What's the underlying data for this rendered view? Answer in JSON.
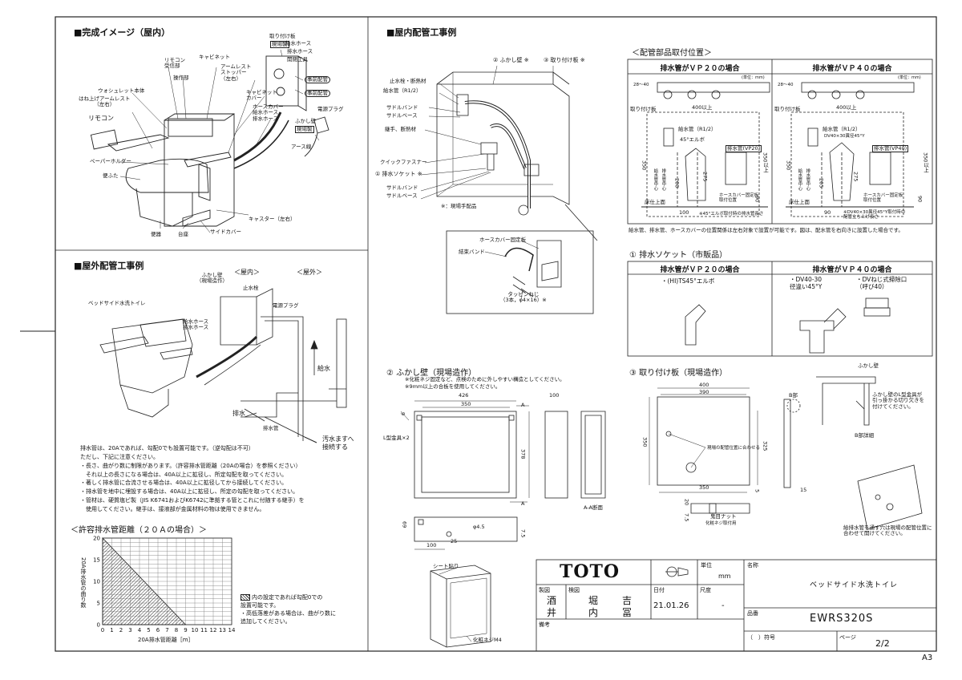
{
  "sections": {
    "completion": "■完成イメージ（屋内）",
    "indoor": "■屋内配管工事例",
    "outdoor": "■屋外配管工事例",
    "fittings": "＜配管部品取付位置＞",
    "socket": "① 排水ソケット（市販品）",
    "wall": "② ふかし壁（現場造作）",
    "plate": "③ 取り付け板（現場造作）",
    "distance": "＜許容排水管距離（２０Ａの場合）＞"
  },
  "completion_labels": {
    "remocon_uke": "リモコン\n受信部",
    "sousabu": "操作部",
    "cabinet": "キャビネット",
    "armrest_stopper": "アームレスト\nストッパー\n（左右）",
    "cabinet_cover": "キャビネット\nカバー",
    "washlet": "ウォシュレット本体",
    "hane_armrest": "はね上げアームレスト\n（左右）",
    "remocon": "リモコン",
    "paper_holder": "ペーパーホルダー",
    "benfuta": "便ふた",
    "benki": "便器",
    "daiza": "台座",
    "side_cover": "サイドカバー",
    "caster": "キャスター（左右）",
    "hose_cover": "ホースカバー\n給水ホース\n排水ホース",
    "toritsuke_ita": "取り付け板",
    "site_tag": "現場製",
    "kyusui_hose": "給水ホース",
    "haisui_hose": "排水ホース",
    "kaiheiguu": "開閉工具",
    "jimen": "事前配管",
    "fukashi": "ふかし壁",
    "plug": "電源プラグ",
    "earth": "アース線"
  },
  "indoor_labels": {
    "fukashi": "② ふかし壁 ※",
    "ita": "③ 取り付け板 ※",
    "tomesui": "止水栓・断熱材",
    "kyusuikan": "給水管（R1/2）",
    "saddle1": "サドルバンド",
    "saddle1b": "サドルベース",
    "tsugite": "継手、断熱材",
    "quick": "クイックファスナー",
    "socket": "① 排水ソケット ※",
    "saddle2": "サドルバンド",
    "saddle2b": "サドルベース",
    "note": "※：現場手配品",
    "hosecover_fix": "ホースカバー固定板",
    "kessoku": "結束バンド",
    "tapping": "タッピンねじ\n（3本，φ4×16）※"
  },
  "fittings": {
    "vp20_title": "排水管がＶＰ２０の場合",
    "vp40_title": "排水管がＶＰ４０の場合",
    "unit": "(単位：mm)",
    "dim_400": "400以上",
    "dim_350": "350",
    "dim_3500": "350以上",
    "dim_275": "275",
    "dim_200": "200",
    "dim_205": "205",
    "dim_90": "90",
    "dim_100": "100",
    "dim_2840": "28～40",
    "toritsuke": "取り付け板",
    "kyusui_r12": "給水管（R1/2）",
    "elbow45": "45°エルボ",
    "dv4030": "DV40×30異径45°Y",
    "haisui20": "排水管(VP20)",
    "haisui40": "排水管(VP40)",
    "yuka": "床仕上面",
    "hosecover_fix": "ホースカバー固定板\n取付位置",
    "elbow_note": "※45°エルボ取付時の排水管長さ",
    "dv_note": "※DV40×30異径45°Y取付時の\n配管立ち上げ長さ",
    "kyusui_center": "給水管中心",
    "haisui_center": "排水管中心",
    "note": "給水管、排水管、ホースカバーの位置関係は左右対象で設置が可能です。図は、配水管を右向きに設置した場合です。"
  },
  "socket_table": {
    "h20": "排水管がＶＰ２０の場合",
    "h40": "排水管がＶＰ４０の場合",
    "item20": "・(HI)TS45°エルボ",
    "item40a": "・DV40-30\n径違い45°Y",
    "item40b": "・DVねじ式掃除口\n（呼び40）"
  },
  "wall": {
    "note1": "※化粧ネジ固定など、点検のために外しやすい構造としてください。",
    "note2": "※9mm以上の合板を使用してください。",
    "d426": "426",
    "d350": "350",
    "d100": "100",
    "d378": "378",
    "d69": "69",
    "d100b": "100",
    "d7_5": "7.5",
    "d9": "9",
    "phi": "φ4.5",
    "d25": "25",
    "lbracket": "L型金具×2",
    "sectA": "A",
    "aa": "A-A断面",
    "sheet_label": "シート貼り",
    "screw": "化粧ネジM4"
  },
  "plate": {
    "d400": "400",
    "d390": "390",
    "d350": "350",
    "d325": "325",
    "d350b": "350",
    "d15": "15",
    "d5": "5",
    "d7_5": "7.5",
    "d20": "20",
    "hole_note": "現場の配管位置に合わせる",
    "nut": "鬼目ナット",
    "nut_note": "化粧ネジ取付用",
    "b_part": "B部",
    "b_detail": "B部詳細",
    "fukashi": "ふかし壁",
    "lmetal": "ふかし壁のL型金具が\n引っ掛かる切り欠きを\n付けてください。",
    "hole_note2": "給排水管を通す穴は現場の配管位置に\n合わせて開けてください。"
  },
  "outdoor": {
    "fukashi": "ふかし壁\n（現場造作）",
    "okunai": "＜屋内＞",
    "okugai": "＜屋外＞",
    "tomesui": "止水栓",
    "bedside": "ベッドサイド水洗トイレ",
    "hoses": "給水ホース\n排水ホース",
    "plug": "電源プラグ",
    "kyusui": "給水",
    "haisui": "排水",
    "haisuikan": "排水管",
    "osui": "汚水ますへ\n接続する"
  },
  "outdoor_notes": [
    "排水管は、20Aであれば、勾配0でも設置可能です。（逆勾配は不可）",
    "ただし、下記に注意ください。",
    "・長さ、曲がり数に制限があります。（許容排水管距離（20Aの場合）を参照ください）",
    "　それ以上の長さになる場合は、40A以上に拡径し、所定勾配を取ってください。",
    "・著しく排水管に合流させる場合は、40A以上に拡径してから接続してください。",
    "・排水管を地中に埋設する場合は、40A以上に拡径し、所定の勾配を取ってください。",
    "・管材は、硬質塩ビ製（JIS K6741およびK6742に準拠する管とこれに付随する継手）を",
    "　使用してください。継手は、接液部が金属材料の物は使用できません。"
  ],
  "chart_data": {
    "type": "area",
    "title": "＜許容排水管距離（２０Ａの場合）＞",
    "xlabel": "20A排水管距離［m］",
    "ylabel": "20A排水管の曲り数",
    "x_ticks": [
      0,
      1,
      2,
      3,
      4,
      5,
      6,
      7,
      8,
      9,
      10,
      11,
      12,
      13,
      14
    ],
    "y_ticks": [
      0,
      5,
      10,
      15,
      20
    ],
    "xlim": [
      0,
      14
    ],
    "ylim": [
      0,
      20
    ],
    "x": [
      0,
      0,
      9
    ],
    "y": [
      0,
      20,
      0
    ],
    "legend": [
      "内の設定であれば勾配0での",
      "設置可能です。",
      "・高低落差がある場合は、曲がり数に",
      "追加してください。"
    ]
  },
  "title_block": {
    "brand": "TOTO",
    "unit_label": "単位",
    "unit": "mm",
    "name_label": "名称",
    "name": "ベッドサイド水洗トイレ",
    "made_label": "製図",
    "made1": "酒",
    "made2": "井",
    "check_label": "検図",
    "check1": "堀　　吉",
    "check2": "内　　冨",
    "date_label": "日付",
    "date": "21.01.26",
    "scale_label": "尺度",
    "scale": "-",
    "part_label": "品番",
    "part": "EWRS320S",
    "remark_label": "備考",
    "code_label": "（　）符号",
    "page_label": "ページ",
    "page": "2/2",
    "paper": "A3"
  }
}
